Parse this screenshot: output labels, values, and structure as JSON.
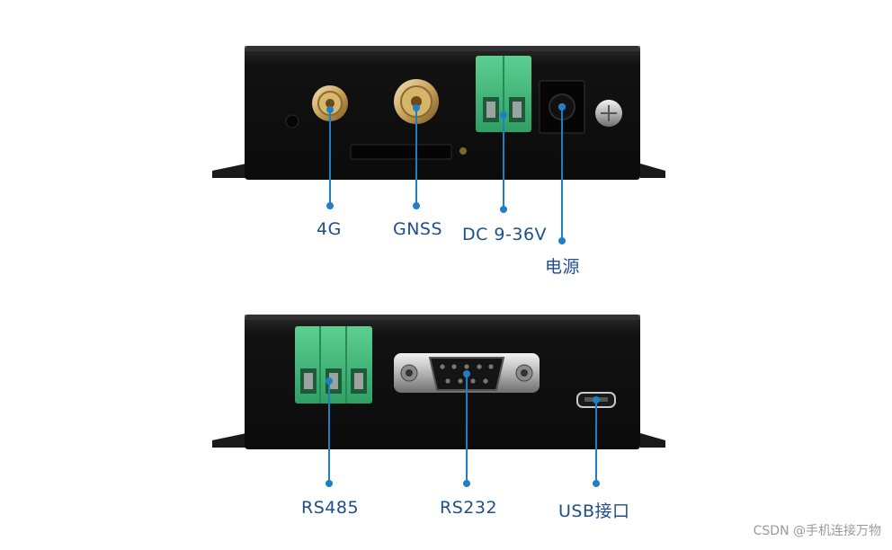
{
  "top_panel": {
    "labels": {
      "lte": "4G",
      "gnss": "GNSS",
      "dc": "DC 9-36V",
      "power": "电源"
    }
  },
  "bottom_panel": {
    "labels": {
      "rs485": "RS485",
      "rs232": "RS232",
      "usb": "USB接口"
    }
  },
  "watermark": "CSDN @手机连接万物",
  "colors": {
    "enclosure": "#141414",
    "terminal_green": "#3fb87a",
    "callout_line": "#1f7fc4",
    "label_text": "#1f4f8b"
  }
}
